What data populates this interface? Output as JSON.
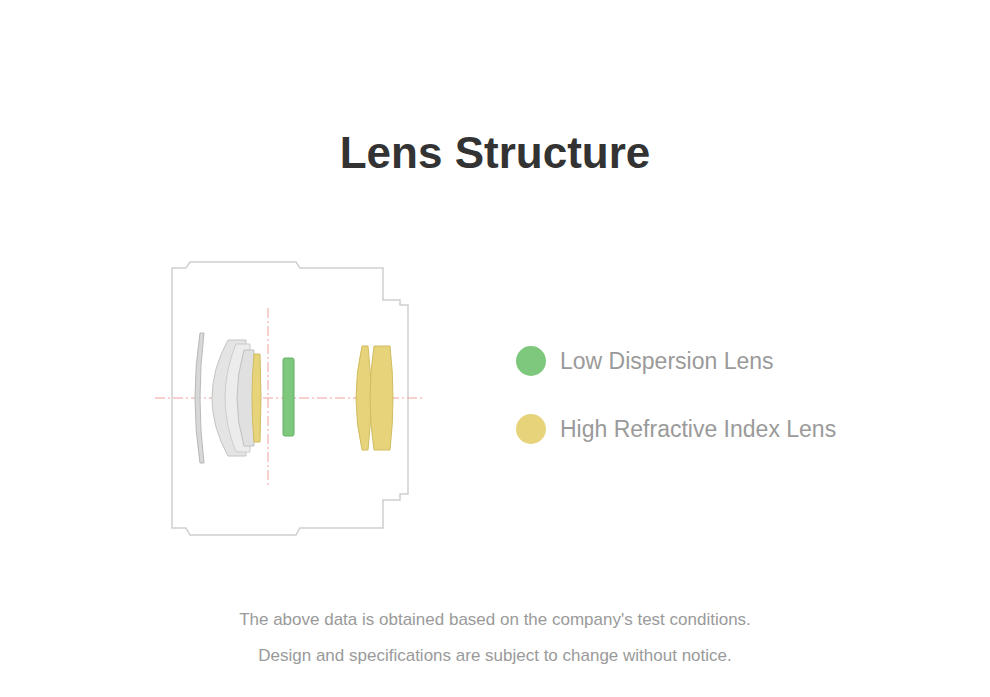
{
  "diagram": {
    "title": "Lens Structure",
    "labels": [
      "The above data is obtained based on the company's test conditions.",
      "Design and specifications are subject to change without notice."
    ],
    "legend": [
      {
        "text": "Low Dispersion Lens",
        "color": "#7ec87e"
      },
      {
        "text": "High Refractive Index Lens",
        "color": "#e6d37a"
      }
    ]
  }
}
